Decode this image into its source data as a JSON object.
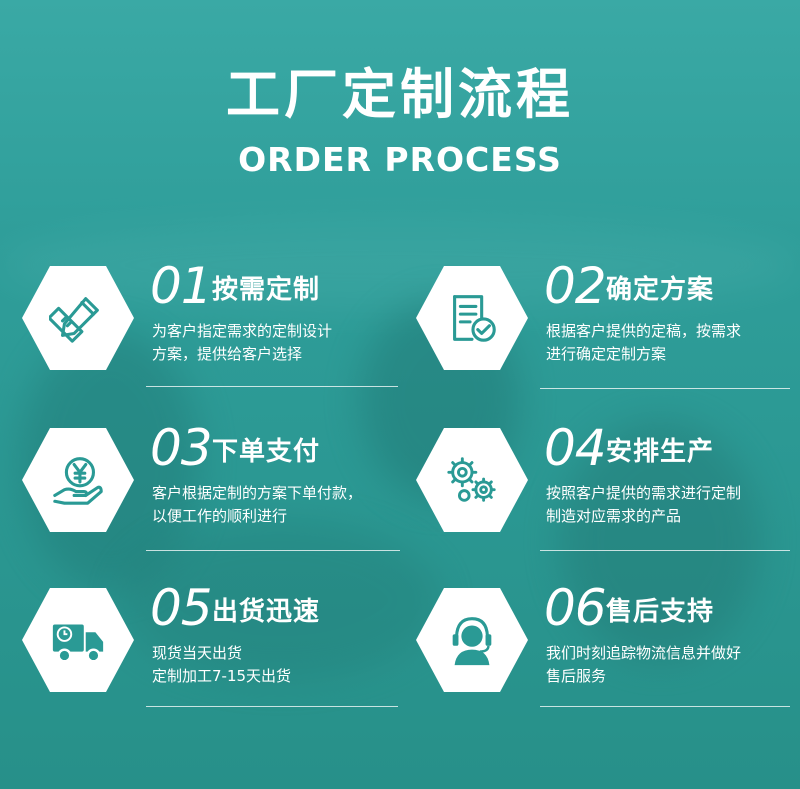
{
  "header": {
    "title": "工厂定制流程",
    "subtitle": "ORDER PROCESS"
  },
  "steps": [
    {
      "num": "01",
      "title": "按需定制",
      "desc_lines": [
        "为客户指定需求的定制设计",
        "方案，提供给客户选择"
      ],
      "icon": "pencil-ruler-icon"
    },
    {
      "num": "02",
      "title": "确定方案",
      "desc_lines": [
        "根据客户提供的定稿，按需求",
        "进行确定定制方案"
      ],
      "icon": "document-check-icon"
    },
    {
      "num": "03",
      "title": "下单支付",
      "desc_lines": [
        "客户根据定制的方案下单付款，",
        "以便工作的顺利进行"
      ],
      "icon": "yen-hand-icon"
    },
    {
      "num": "04",
      "title": "安排生产",
      "desc_lines": [
        "按照客户提供的需求进行定制",
        "制造对应需求的产品"
      ],
      "icon": "gears-icon"
    },
    {
      "num": "05",
      "title": "出货迅速",
      "desc_lines": [
        "现货当天出货",
        "定制加工7-15天出货"
      ],
      "icon": "delivery-truck-icon"
    },
    {
      "num": "06",
      "title": "售后支持",
      "desc_lines": [
        "我们时刻追踪物流信息并做好",
        "售后服务"
      ],
      "icon": "headset-support-icon"
    }
  ],
  "colors": {
    "background": "#2f9e9a",
    "accent": "#2a9a95",
    "text": "#ffffff",
    "hex_fill": "#ffffff"
  }
}
